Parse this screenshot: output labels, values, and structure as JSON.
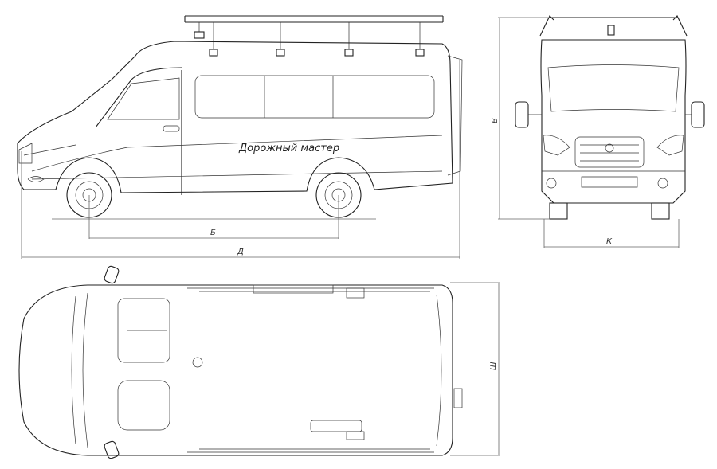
{
  "vehicle_lettering": "Дорожный мастер",
  "dimensions": {
    "wheelbase": "Б",
    "length": "Д",
    "height": "В",
    "track": "К",
    "width": "Ш"
  }
}
